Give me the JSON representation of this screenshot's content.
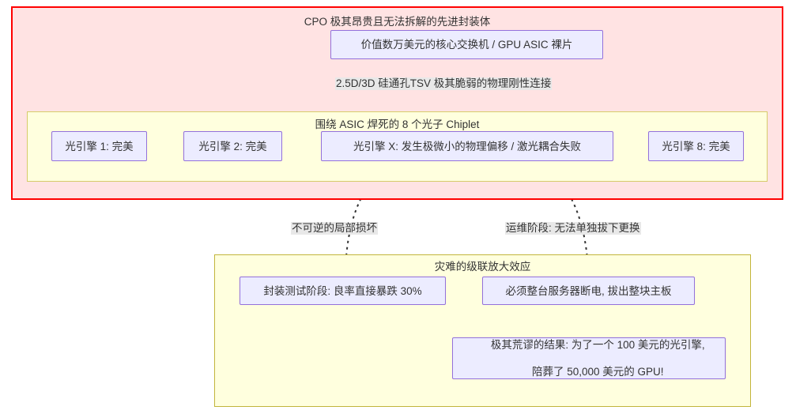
{
  "diagram": {
    "type": "flowchart",
    "title_text": "CPO 极其昂贵且无法拆解的先进封装体",
    "colors": {
      "outer_border": "#ff0000",
      "outer_fill": "#ffe3e3",
      "inner_fill": "#ffffde",
      "inner_border": "#c2b53b",
      "node_fill": "#ececff",
      "node_border": "#9370db",
      "text": "#333333",
      "edge_label_bg": "#e8e8e8",
      "arrow": "#333333"
    }
  },
  "subgraphs": {
    "cpo": {
      "title": "CPO 极其昂贵且无法拆解的先进封装体"
    },
    "chiplet": {
      "title": "围绕 ASIC 焊死的 8 个光子 Chiplet"
    },
    "cascade": {
      "title": "灾难的级联放大效应"
    }
  },
  "nodes": {
    "asic": "价值数万美元的核心交换机 / GPU ASIC 裸片",
    "pe1": "光引擎 1: 完美",
    "pe2": "光引擎 2: 完美",
    "pex": "光引擎 X: 发生极微小的物理偏移 / 激光耦合失败",
    "pe8": "光引擎 8: 完美",
    "yield": "封装测试阶段: 良率直接暴跌 30%",
    "power": "必须整台服务器断电, 拔出整块主板",
    "result_line1": "极其荒谬的结果: 为了一个 100 美元的光引擎,",
    "result_line2": "陪葬了 50,000 美元的 GPU!"
  },
  "edge_labels": {
    "tsv": "2.5D/3D 硅通孔TSV 极其脆弱的物理刚性连接",
    "damage": "不可逆的局部损坏",
    "replace": "运维阶段: 无法单独拔下更换"
  }
}
